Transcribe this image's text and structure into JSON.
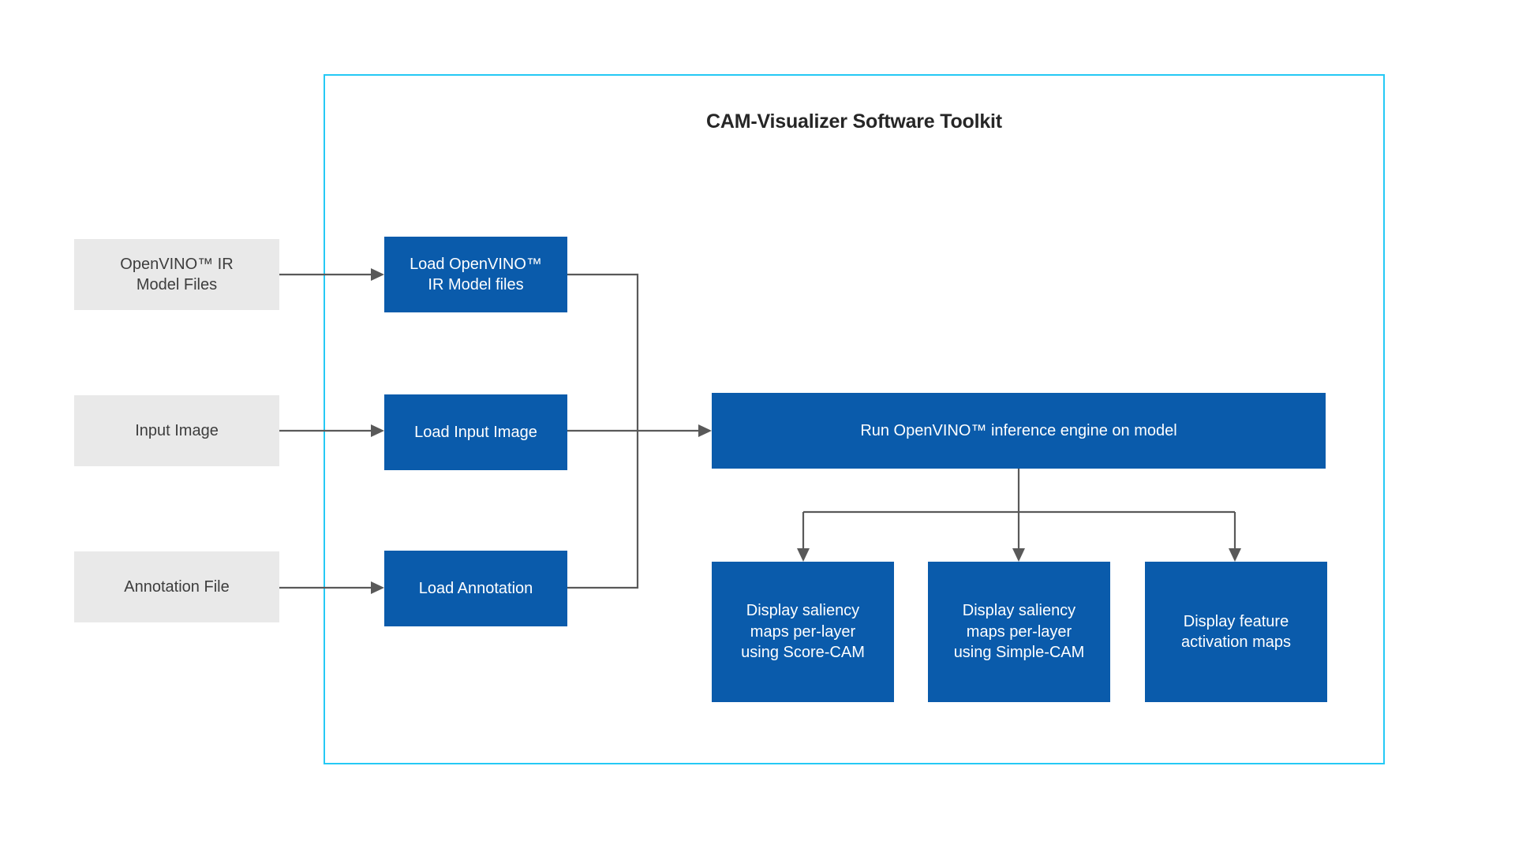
{
  "diagram": {
    "title": "CAM-Visualizer Software Toolkit",
    "frame_color": "#25c9f5",
    "process_color": "#0a5bab",
    "input_color": "#e9e9e9",
    "connector_color": "#595959",
    "inputs": [
      {
        "id": "openvino-ir-model-files",
        "label": "OpenVINO™ IR\nModel Files"
      },
      {
        "id": "input-image",
        "label": "Input Image"
      },
      {
        "id": "annotation-file",
        "label": "Annotation File"
      }
    ],
    "loaders": [
      {
        "id": "load-openvino-ir-model-files",
        "label": "Load OpenVINO™\nIR Model files"
      },
      {
        "id": "load-input-image",
        "label": "Load Input Image"
      },
      {
        "id": "load-annotation",
        "label": "Load Annotation"
      }
    ],
    "inference": {
      "id": "run-openvino-inference-engine",
      "label": "Run OpenVINO™ inference engine on model"
    },
    "outputs": [
      {
        "id": "display-score-cam",
        "label": "Display saliency\nmaps per-layer\nusing Score-CAM"
      },
      {
        "id": "display-simple-cam",
        "label": "Display saliency\nmaps per-layer\nusing Simple-CAM"
      },
      {
        "id": "display-feature-activation",
        "label": "Display feature\nactivation maps"
      }
    ]
  }
}
